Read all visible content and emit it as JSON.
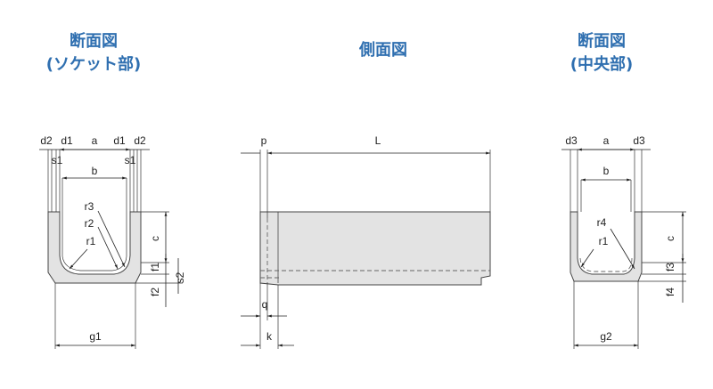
{
  "headings": {
    "left_line1": "断面図",
    "left_line2": "(ソケット部)",
    "middle": "側面図",
    "right_line1": "断面図",
    "right_line2": "(中央部)"
  },
  "labels": {
    "d2_left": "d2",
    "d1_left": "d1",
    "a_left": "a",
    "d1_right": "d1",
    "d2_right": "d2",
    "s1_left": "s1",
    "s1_right": "s1",
    "b_left": "b",
    "r3": "r3",
    "r2": "r2",
    "r1_left": "r1",
    "c_left": "c",
    "f1": "f1",
    "f2": "f2",
    "s2": "s2",
    "g1": "g1",
    "p": "p",
    "L": "L",
    "q": "q",
    "k": "k",
    "d3_left": "d3",
    "a_right": "a",
    "d3_right": "d3",
    "b_right": "b",
    "r4": "r4",
    "r1_right": "r1",
    "c_right": "c",
    "f3": "f3",
    "f4": "f4",
    "g2": "g2"
  },
  "colors": {
    "heading": "#2f6fb0",
    "section_fill": "#e3e3e3",
    "line": "#222222"
  }
}
